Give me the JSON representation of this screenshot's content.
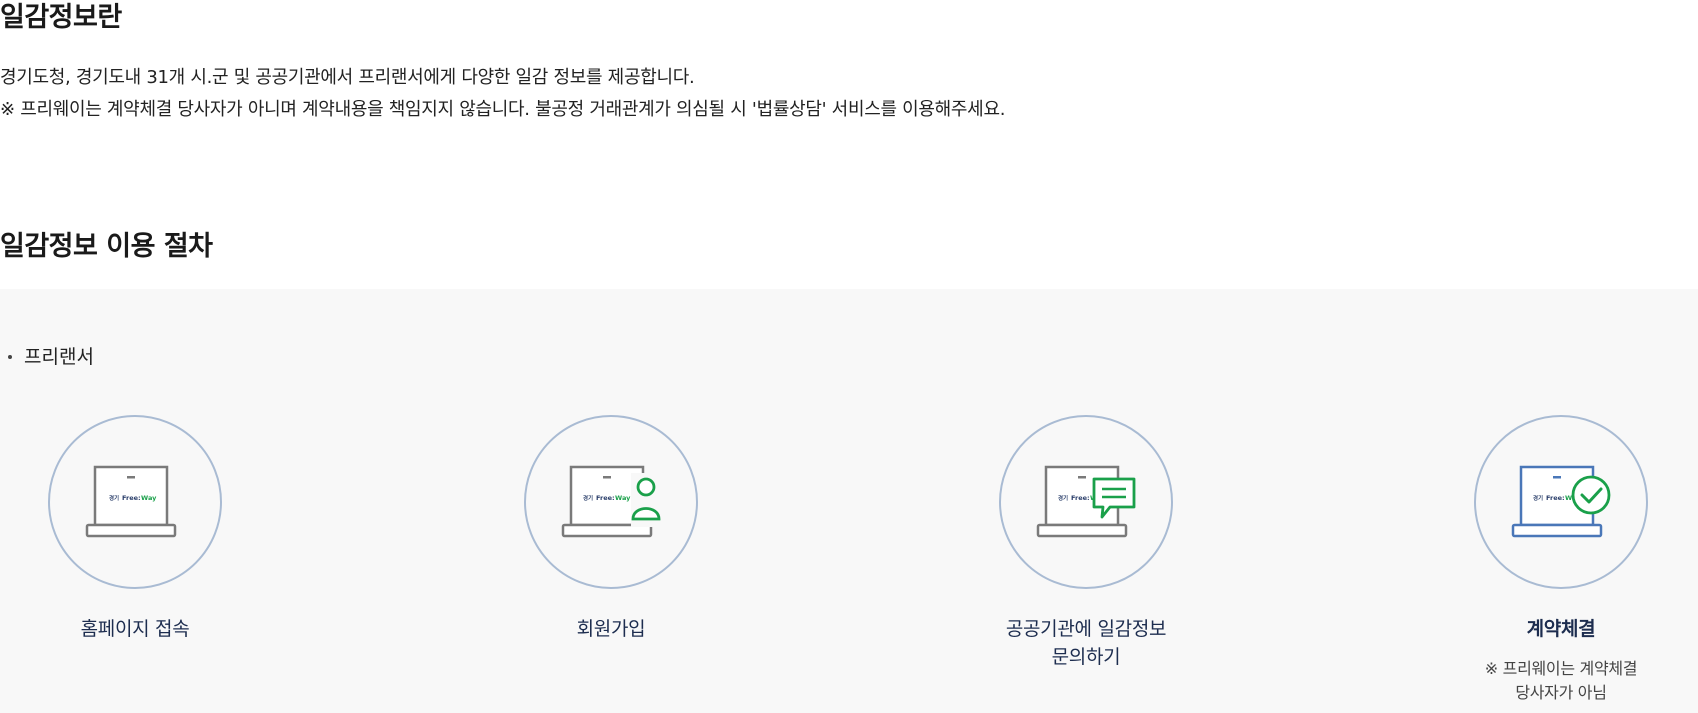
{
  "section_about": {
    "title": "일감정보란",
    "line1": "경기도청, 경기도내 31개 시.군 및 공공기관에서 프리랜서에게 다양한 일감 정보를 제공합니다.",
    "line2": "※ 프리웨이는 계약체결 당사자가 아니며 계약내용을 책임지지 않습니다. 불공정 거래관계가 의심될 시 '법률상담' 서비스를 이용해주세요."
  },
  "section_process": {
    "title": "일감정보 이용 절차",
    "role": "프리랜서",
    "screen_text": {
      "gyeonggi": "경기",
      "free": "Free:",
      "way": "Way"
    },
    "steps": [
      {
        "icon": "laptop-icon",
        "label_lines": [
          "홈페이지 접속"
        ]
      },
      {
        "icon": "laptop-person-icon",
        "label_lines": [
          "회원가입"
        ]
      },
      {
        "icon": "laptop-chat-icon",
        "label_lines": [
          "공공기관에 일감정보",
          "문의하기"
        ]
      },
      {
        "icon": "laptop-check-icon",
        "label_lines": [
          "계약체결"
        ],
        "note_lines": [
          "※ 프리웨이는 계약체결",
          "당사자가 아님"
        ]
      }
    ]
  },
  "colors": {
    "circle_border": "#a9bbd3",
    "accent_green": "#1aa04a",
    "accent_blue": "#4a77b8",
    "label_navy": "#1d2d4f",
    "panel_bg": "#f8f8f8"
  }
}
